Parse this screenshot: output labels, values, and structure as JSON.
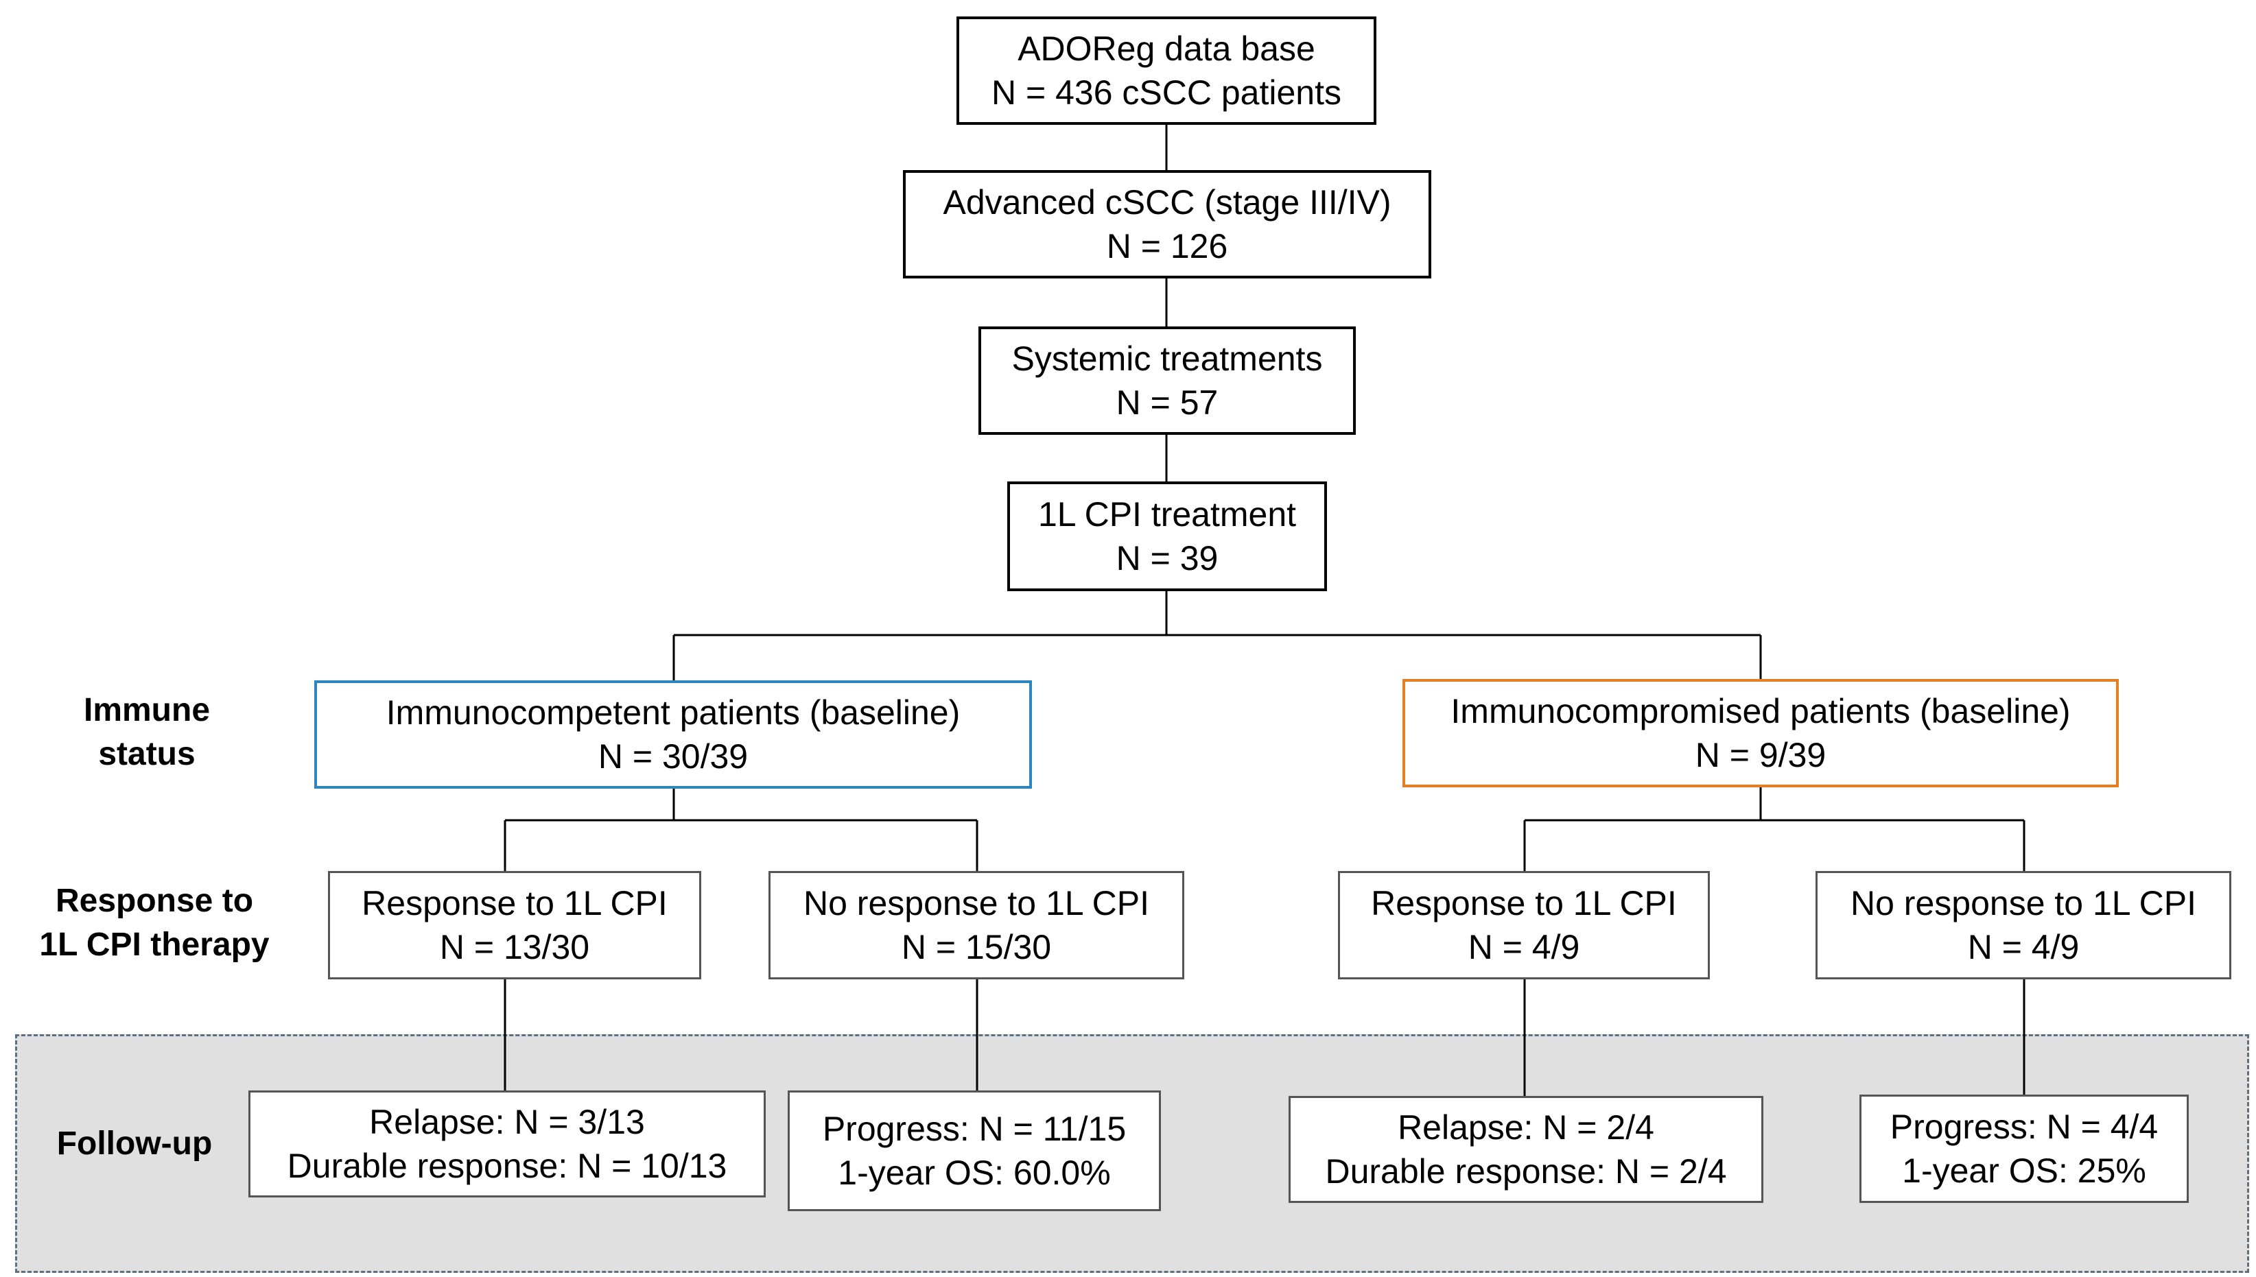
{
  "colors": {
    "immunocompetent_border": "#2e86c1",
    "immunocompromised_border": "#e67e22",
    "followup_panel": "#e0e0e0",
    "connector": "#000000"
  },
  "top_chain": {
    "database": {
      "line1": "ADOReg data base",
      "line2": "N = 436 cSCC patients"
    },
    "advanced": {
      "line1": "Advanced cSCC (stage III/IV)",
      "line2": "N = 126"
    },
    "systemic": {
      "line1": "Systemic treatments",
      "line2": "N = 57"
    },
    "cpi": {
      "line1": "1L CPI treatment",
      "line2": "N = 39"
    }
  },
  "row_labels": {
    "immune_status": {
      "line1": "Immune",
      "line2": "status"
    },
    "response": {
      "line1": "Response to",
      "line2": "1L CPI therapy"
    },
    "followup": "Follow-up"
  },
  "immunocompetent": {
    "title": "Immunocompetent patients (baseline)",
    "n": "N = 30/39",
    "response": {
      "line1": "Response to 1L CPI",
      "line2": "N = 13/30"
    },
    "no_response": {
      "line1": "No response to 1L CPI",
      "line2": "N = 15/30"
    },
    "response_followup": {
      "line1": "Relapse: N = 3/13",
      "line2": "Durable response: N = 10/13"
    },
    "no_response_followup": {
      "line1": "Progress: N = 11/15",
      "line2": "1-year OS: 60.0%"
    }
  },
  "immunocompromised": {
    "title": "Immunocompromised patients (baseline)",
    "n": "N = 9/39",
    "response": {
      "line1": "Response to 1L CPI",
      "line2": "N = 4/9"
    },
    "no_response": {
      "line1": "No response to 1L CPI",
      "line2": "N = 4/9"
    },
    "response_followup": {
      "line1": "Relapse: N = 2/4",
      "line2": "Durable response: N = 2/4"
    },
    "no_response_followup": {
      "line1": "Progress: N = 4/4",
      "line2": "1-year OS: 25%"
    }
  }
}
